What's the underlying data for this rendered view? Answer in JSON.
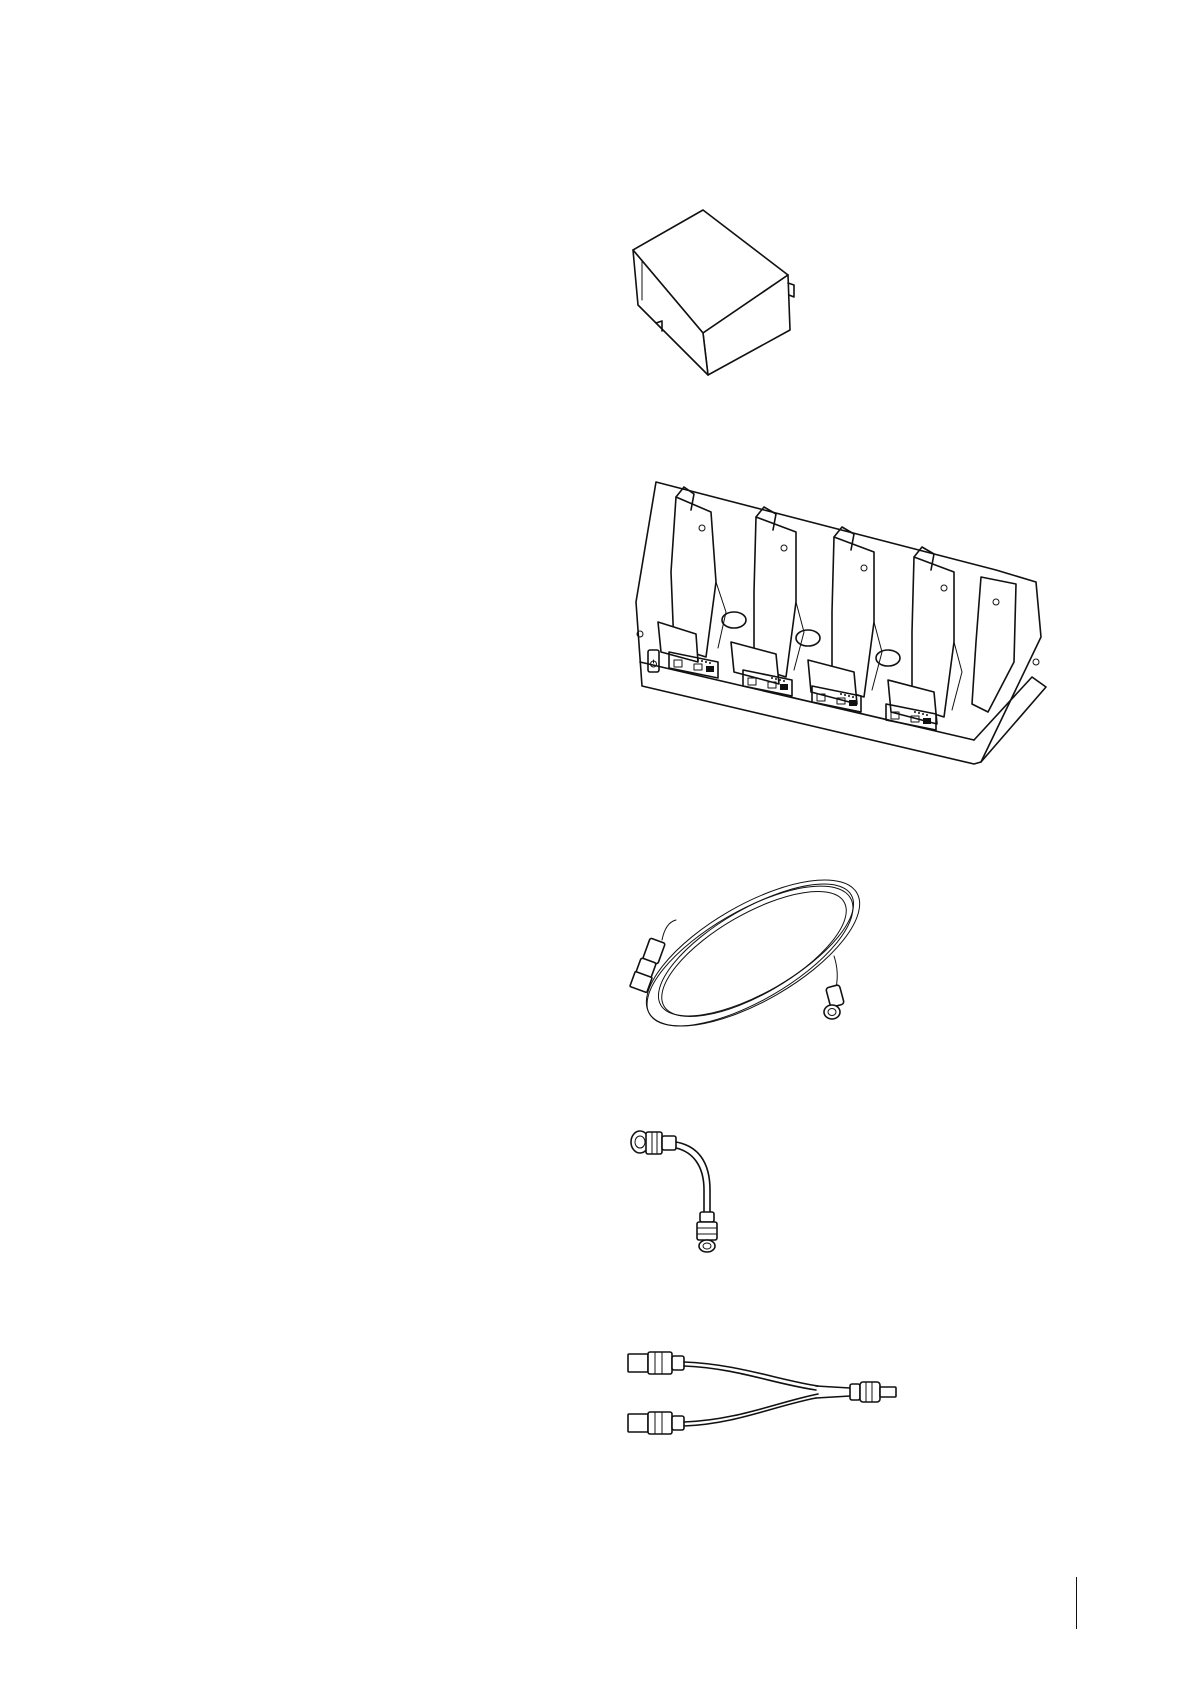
{
  "page": {
    "background": "#ffffff",
    "ink_color": "#111111"
  },
  "figures": [
    {
      "name": "battery-pack-illustration",
      "icon": "battery-pack-icon"
    },
    {
      "name": "four-bay-charger-illustration",
      "icon": "multi-bay-charger-icon"
    },
    {
      "name": "coiled-connector-cable-illustration",
      "icon": "coiled-cable-icon"
    },
    {
      "name": "short-adapter-cable-illustration",
      "icon": "short-adapter-cable-icon"
    },
    {
      "name": "y-splitter-cable-illustration",
      "icon": "y-splitter-cable-icon"
    }
  ]
}
